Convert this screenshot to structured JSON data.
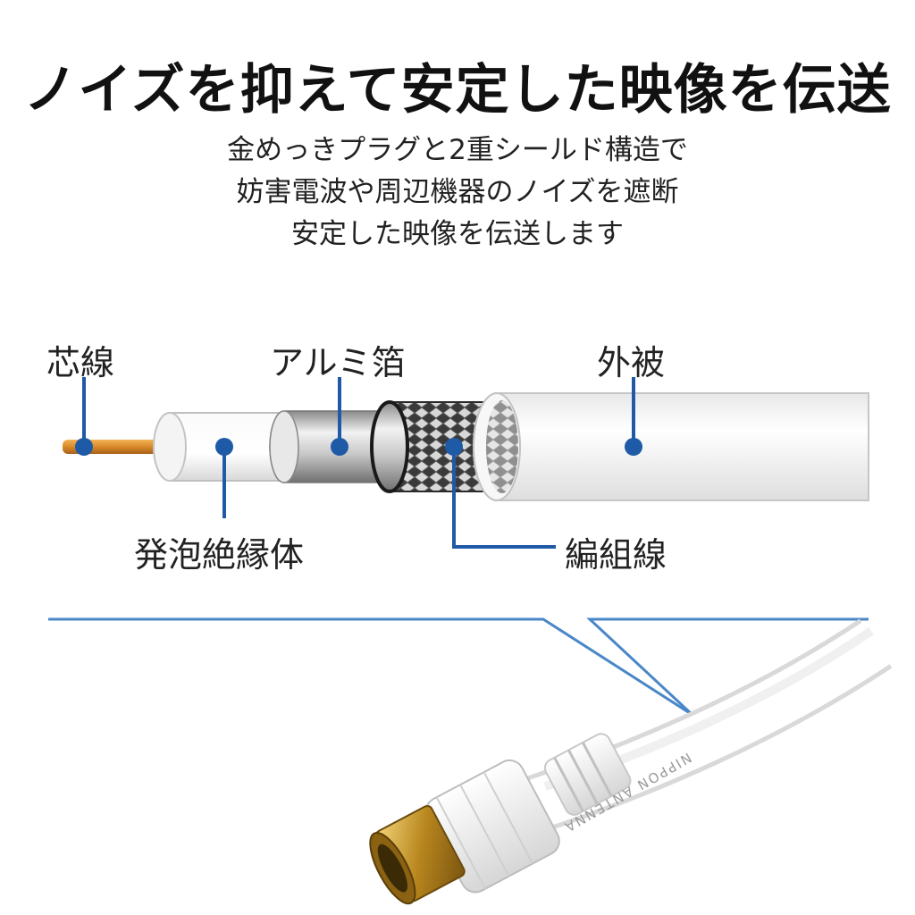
{
  "headline": "ノイズを抑えて安定した映像を伝送",
  "subcopy": [
    "金めっきプラグと2重シールド構造で",
    "妨害電波や周辺機器のノイズを遮断",
    "安定した映像を伝送します"
  ],
  "labels": {
    "core_wire": "芯線",
    "aluminum_foil": "アルミ箔",
    "outer_jacket": "外被",
    "foam_insulator": "発泡絶縁体",
    "braided_wire": "編組線"
  },
  "cable_print": "NIPPON ANTENNA",
  "colors": {
    "accent_blue": "#1f5aa6",
    "callout_line": "#4a87c8",
    "copper": "#d98a2a",
    "gold": "#c9a13a"
  }
}
